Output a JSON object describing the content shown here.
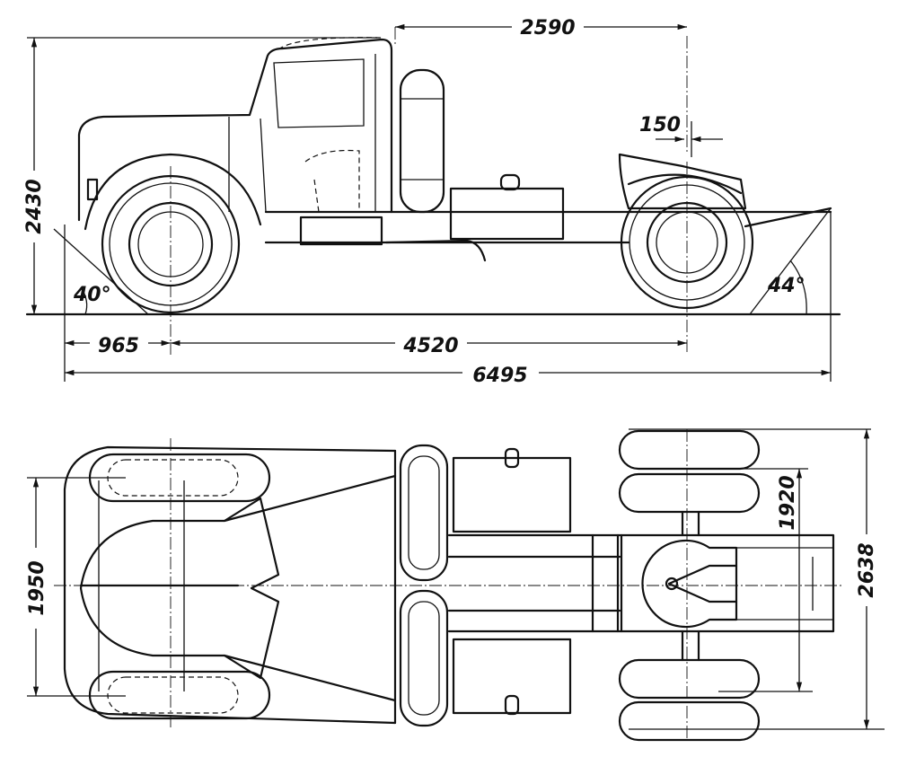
{
  "side_view": {
    "dims": {
      "fifth_wheel_to_cab": "2590",
      "fifth_wheel_offset": "150",
      "height": "2430",
      "approach_angle": "40°",
      "departure_angle": "44°",
      "front_overhang": "965",
      "wheelbase": "4520",
      "overall_length": "6495"
    }
  },
  "top_view": {
    "dims": {
      "front_track": "1950",
      "rear_track": "1920",
      "overall_width": "2638"
    }
  }
}
